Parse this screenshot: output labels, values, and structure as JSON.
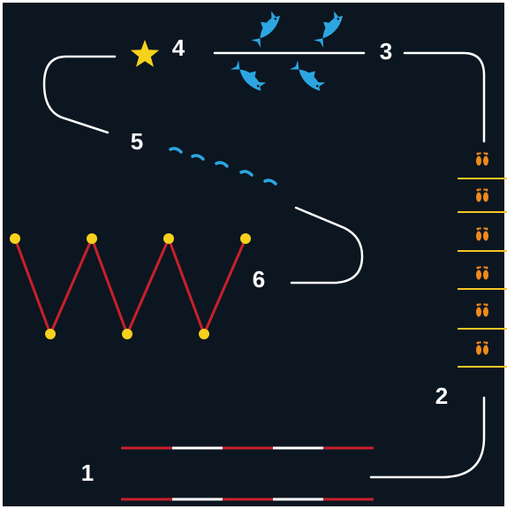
{
  "labels": {
    "step1": "1",
    "step2": "2",
    "step3": "3",
    "step4": "4",
    "step5": "5",
    "step6": "6"
  },
  "colors": {
    "background": "#0c1620",
    "path": "#ffffff",
    "accent_red": "#c8202c",
    "ladder_yellow": "#f5c524",
    "dots_yellow": "#f7d21c",
    "star_yellow": "#f6d21c",
    "footprint_orange": "#f08a1c",
    "fish_blue": "#2ba6e2",
    "wave_blue": "#2ba6e2"
  },
  "icons": [
    "star-icon",
    "fish-icon",
    "footprint-icon"
  ]
}
